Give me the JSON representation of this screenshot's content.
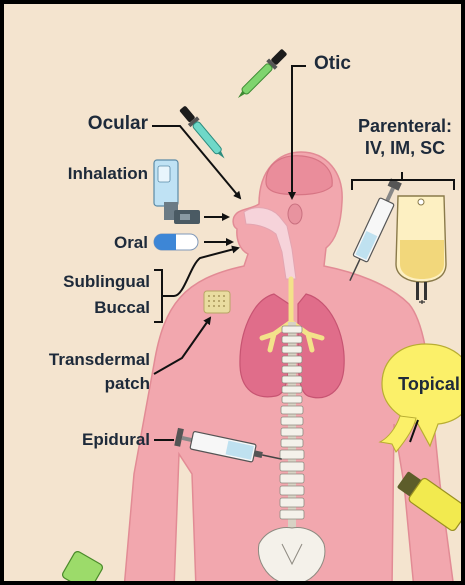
{
  "labels": {
    "otic": "Otic",
    "ocular": "Ocular",
    "parenteral": "Parenteral:",
    "parenteral_routes": "IV, IM, SC",
    "inhalation": "Inhalation",
    "oral": "Oral",
    "sublingual": "Sublingual",
    "buccal": "Buccal",
    "transdermal": "Transdermal",
    "patch": "patch",
    "topical": "Topical",
    "epidural": "Epidural"
  },
  "colors": {
    "background": "#f4e4cf",
    "body": "#f2a7ae",
    "lungs": "#e06d8a",
    "spine": "#f4f1ea",
    "text": "#1e2a3a",
    "topical_bubble": "#fbf069"
  }
}
